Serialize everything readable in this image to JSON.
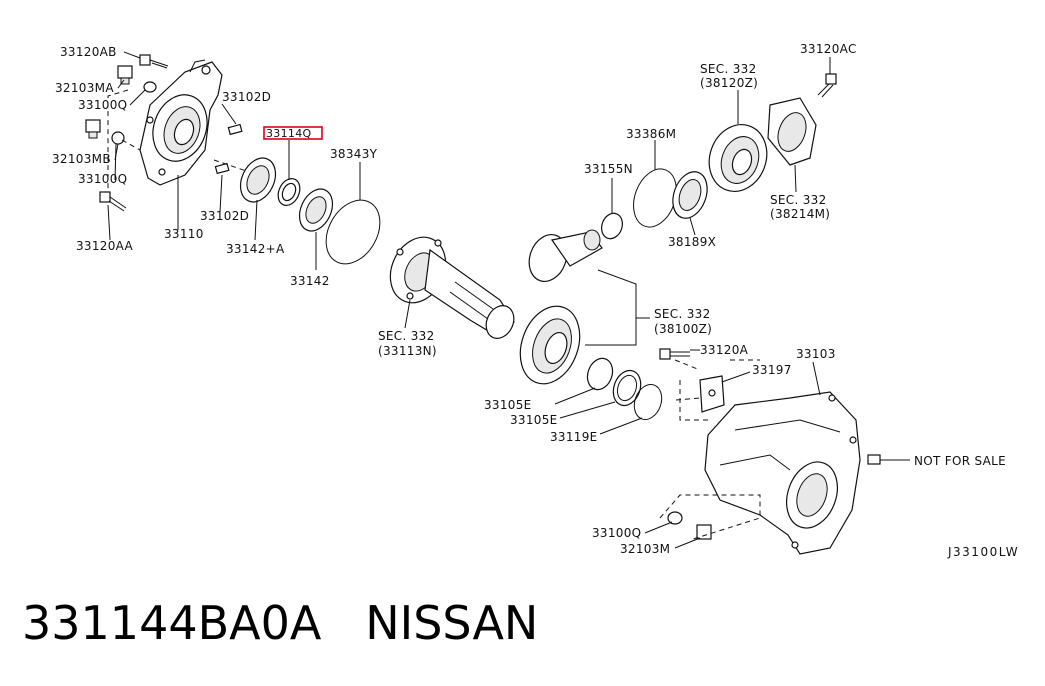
{
  "labels": {
    "l33120AB": "33120AB",
    "l32103MA": "32103MA",
    "l33100Q_a": "33100Q",
    "l32103MB": "32103MB",
    "l33100Q_b": "33100Q",
    "l33120AA": "33120AA",
    "l33110": "33110",
    "l33102D_a": "33102D",
    "l33102D_b": "33102D",
    "l33114Q": "33114Q",
    "l33142A": "33142+A",
    "l33142": "33142",
    "l38343Y": "38343Y",
    "sec332_113_a": "SEC. 332",
    "sec332_113_b": "(33113N)",
    "l33155N": "33155N",
    "l33386M": "33386M",
    "sec332_120_a": "SEC. 332",
    "sec332_120_b": "(38120Z)",
    "l33120AC": "33120AC",
    "sec332_214_a": "SEC. 332",
    "sec332_214_b": "(38214M)",
    "l38189X": "38189X",
    "sec332_100_a": "SEC. 332",
    "sec332_100_b": "(38100Z)",
    "l33120A": "33120A",
    "l33103": "33103",
    "l33197": "33197",
    "l33105E_a": "33105E",
    "l33105E_b": "33105E",
    "l33119E": "33119E",
    "not_for_sale": "NOT FOR SALE",
    "l33100Q_c": "33100Q",
    "l32103M": "32103M",
    "ref_code": "J33100LW"
  },
  "caption": "331144BA0A   NISSAN",
  "colors": {
    "highlight": "#e0001b",
    "ink": "#111111"
  }
}
